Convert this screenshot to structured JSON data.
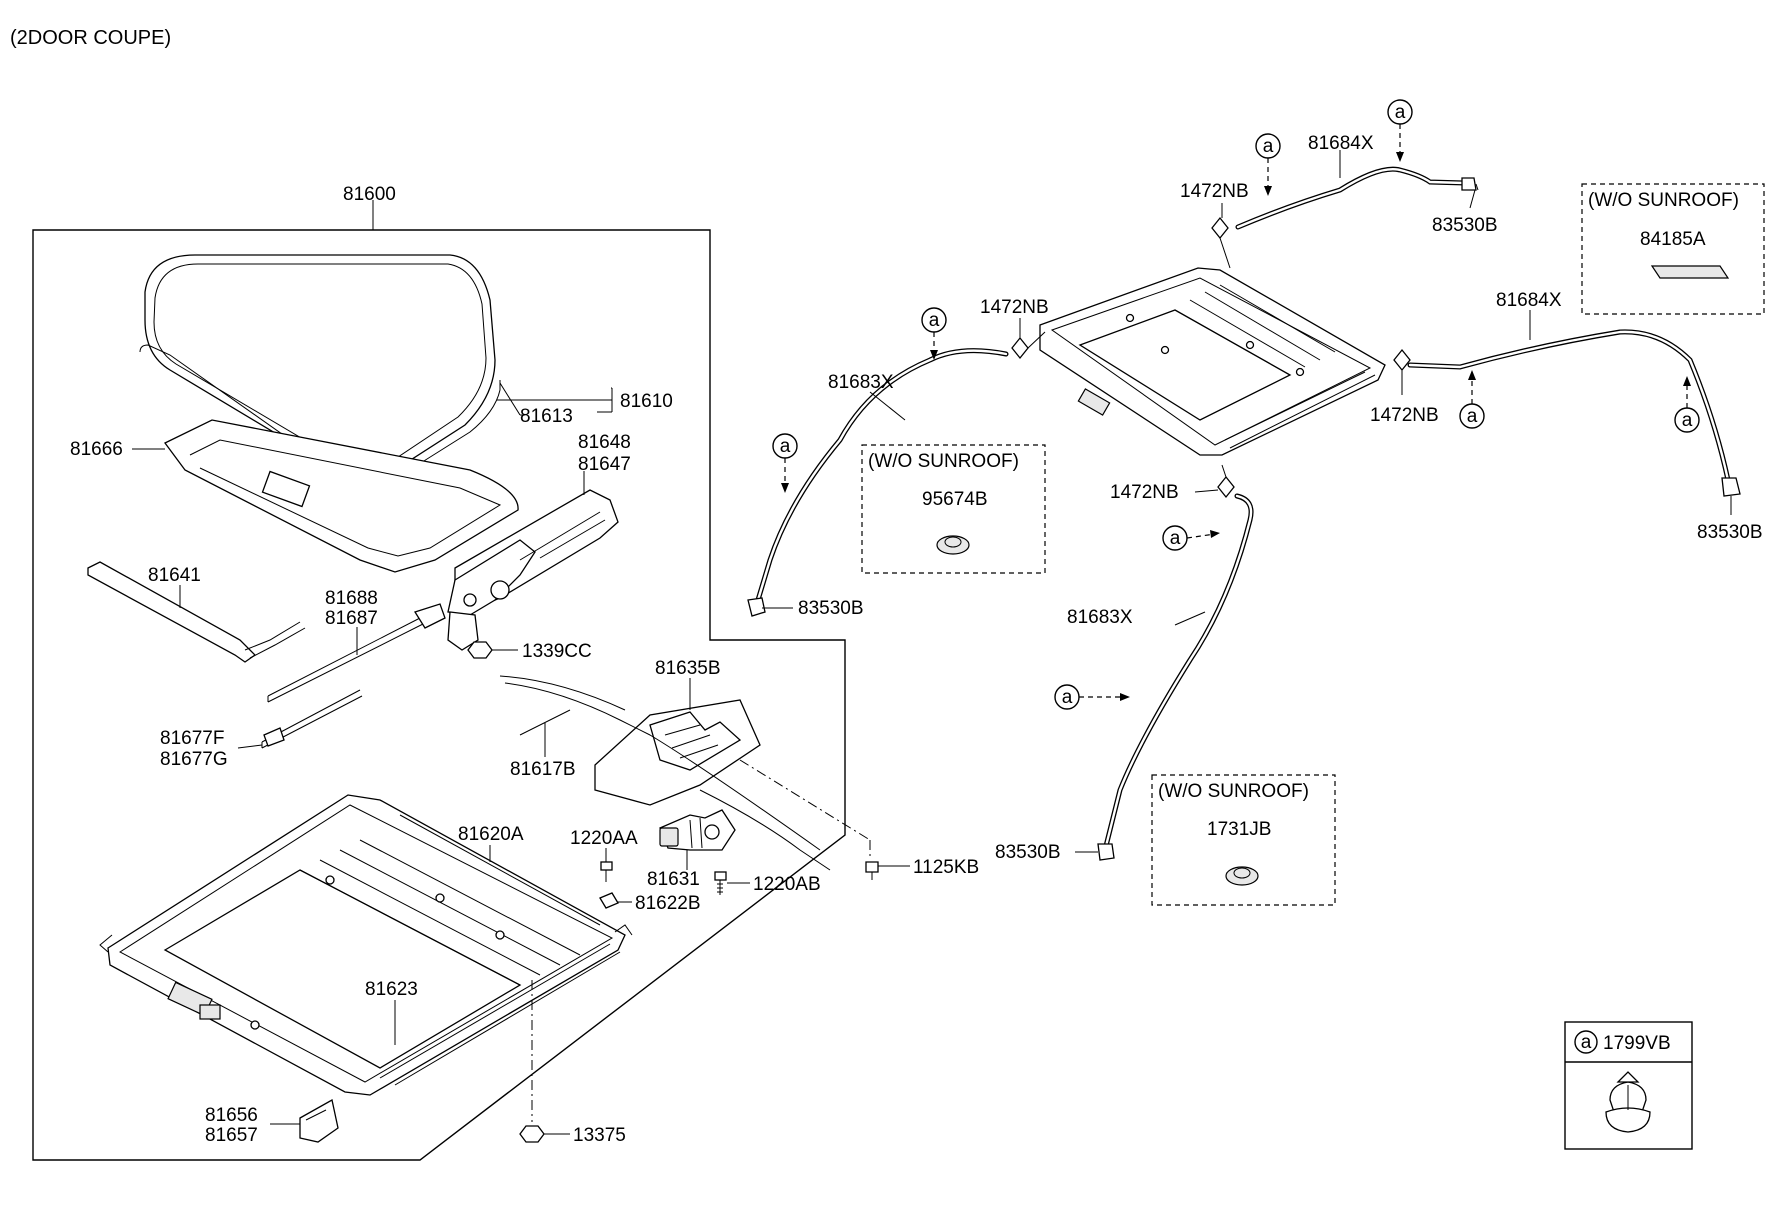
{
  "header": "(2DOOR COUPE)",
  "callout_letter": "a",
  "variant_label": "(W/O SUNROOF)",
  "legend_part": "1799VB",
  "labels": {
    "p81600": "81600",
    "p81610": "81610",
    "p81613": "81613",
    "p81666": "81666",
    "p81648": "81648",
    "p81647": "81647",
    "p81641": "81641",
    "p81688": "81688",
    "p81687": "81687",
    "p1339CC": "1339CC",
    "p81635B": "81635B",
    "p81677F": "81677F",
    "p81677G": "81677G",
    "p81617B": "81617B",
    "p81620A": "81620A",
    "p1220AA": "1220AA",
    "p81631": "81631",
    "p1220AB": "1220AB",
    "p81622B": "81622B",
    "p1125KB": "1125KB",
    "p81623": "81623",
    "p81656": "81656",
    "p81657": "81657",
    "p13375": "13375",
    "p81684X_top": "81684X",
    "p1472NB_top": "1472NB",
    "p83530B_top": "83530B",
    "p84185A": "84185A",
    "p1472NB_left": "1472NB",
    "p81683X_left": "81683X",
    "p95674B": "95674B",
    "p83530B_left": "83530B",
    "p81684X_right": "81684X",
    "p1472NB_right": "1472NB",
    "p83530B_right": "83530B",
    "p1472NB_mid": "1472NB",
    "p81683X_mid": "81683X",
    "p83530B_mid": "83530B",
    "p1731JB": "1731JB"
  }
}
